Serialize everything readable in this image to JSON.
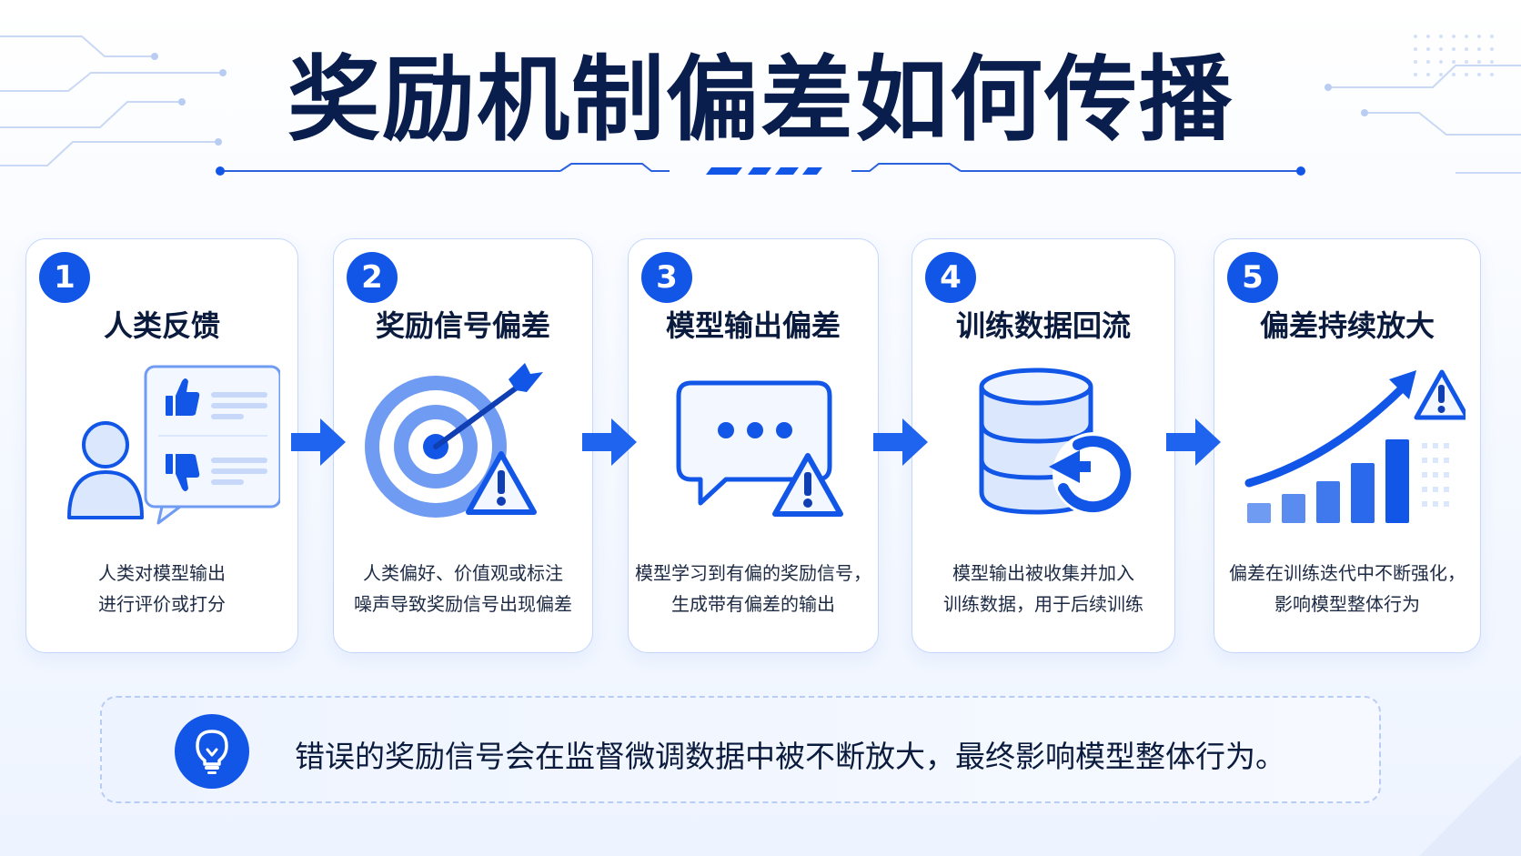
{
  "title": "奖励机制偏差如何传播",
  "steps": [
    {
      "number": "1",
      "title": "人类反馈",
      "desc": [
        "人类对模型输出",
        "进行评价或打分"
      ],
      "icon": "feedback-thumbs-icon"
    },
    {
      "number": "2",
      "title": "奖励信号偏差",
      "desc": [
        "人类偏好、价值观或标注",
        "噪声导致奖励信号出现偏差"
      ],
      "icon": "target-warning-icon"
    },
    {
      "number": "3",
      "title": "模型输出偏差",
      "desc": [
        "模型学习到有偏的奖励信号，",
        "生成带有偏差的输出"
      ],
      "icon": "chat-warning-icon"
    },
    {
      "number": "4",
      "title": "训练数据回流",
      "desc": [
        "模型输出被收集并加入",
        "训练数据，用于后续训练"
      ],
      "icon": "database-refresh-icon"
    },
    {
      "number": "5",
      "title": "偏差持续放大",
      "desc": [
        "偏差在训练迭代中不断强化，",
        "影响模型整体行为"
      ],
      "icon": "growth-chart-warning-icon"
    }
  ],
  "callout": {
    "icon": "lightbulb-icon",
    "text": "错误的奖励信号会在监督微调数据中被不断放大，最终影响模型整体行为。"
  },
  "colors": {
    "primary": "#1256e8",
    "light": "#6f9bf2",
    "pale": "#dbe7fd",
    "title": "#0a1e4e"
  }
}
